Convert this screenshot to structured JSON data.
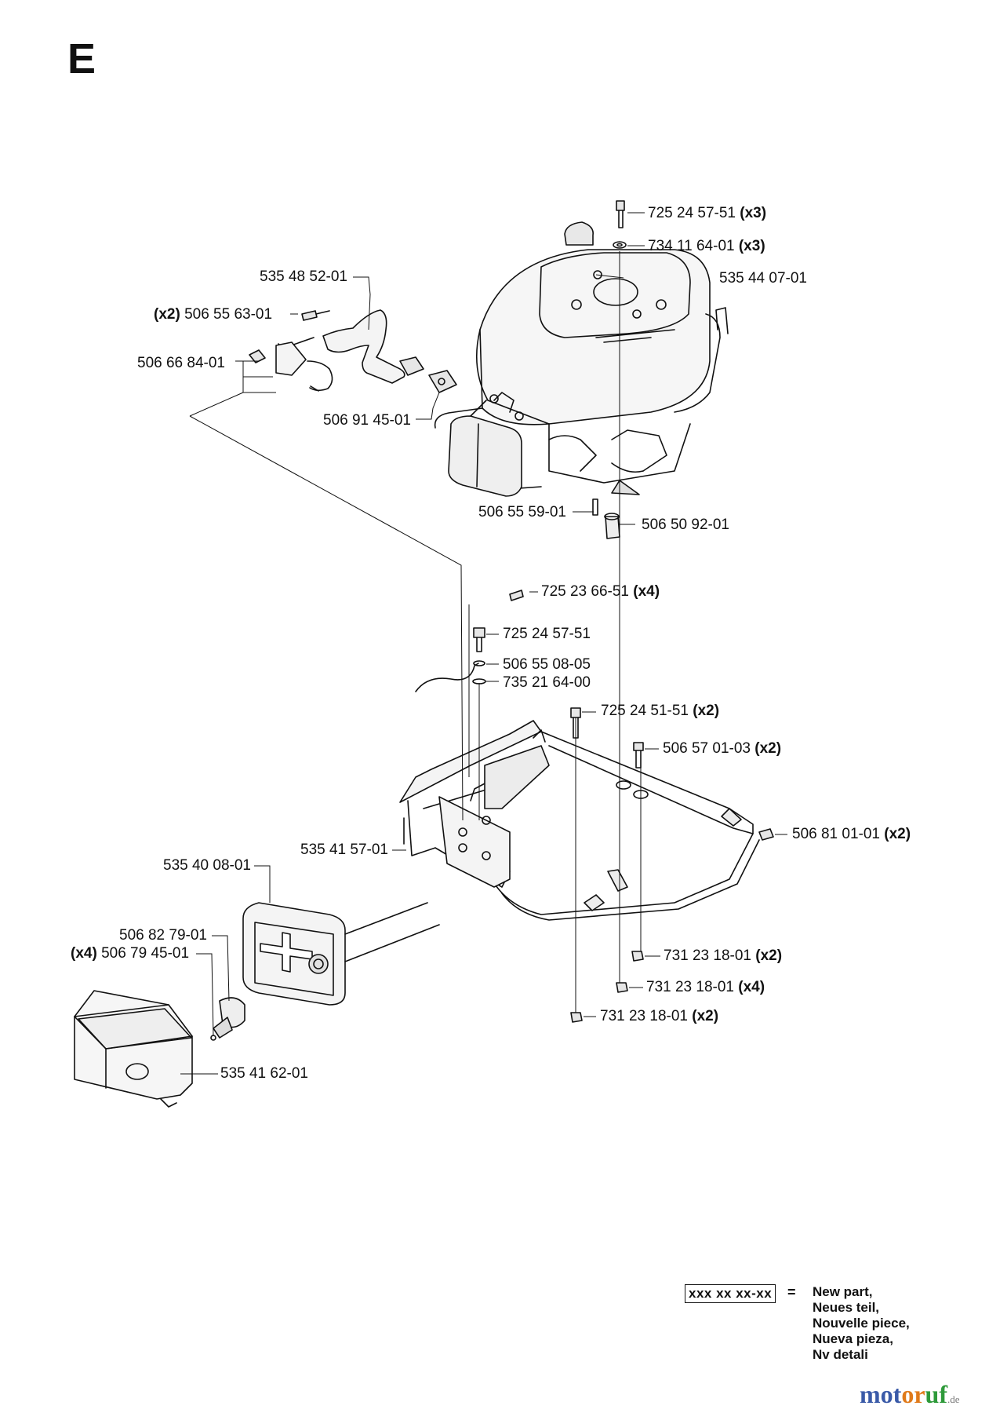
{
  "section_letter": "E",
  "callouts": [
    {
      "id": "c01",
      "qty_prefix": "",
      "part": "725 24 57-51",
      "qty_suffix": "(x3)"
    },
    {
      "id": "c02",
      "qty_prefix": "",
      "part": "734 11 64-01",
      "qty_suffix": "(x3)"
    },
    {
      "id": "c03",
      "qty_prefix": "",
      "part": "535 44 07-01",
      "qty_suffix": ""
    },
    {
      "id": "c04",
      "qty_prefix": "",
      "part": "535 48 52-01",
      "qty_suffix": ""
    },
    {
      "id": "c05",
      "qty_prefix": "(x2)",
      "part": "506 55 63-01",
      "qty_suffix": ""
    },
    {
      "id": "c06",
      "qty_prefix": "",
      "part": "506 66 84-01",
      "qty_suffix": ""
    },
    {
      "id": "c07",
      "qty_prefix": "",
      "part": "506 91 45-01",
      "qty_suffix": ""
    },
    {
      "id": "c08",
      "qty_prefix": "",
      "part": "506 55 59-01",
      "qty_suffix": ""
    },
    {
      "id": "c09",
      "qty_prefix": "",
      "part": "506 50 92-01",
      "qty_suffix": ""
    },
    {
      "id": "c10",
      "qty_prefix": "",
      "part": "725 23 66-51",
      "qty_suffix": "(x4)"
    },
    {
      "id": "c11",
      "qty_prefix": "",
      "part": "725 24 57-51",
      "qty_suffix": ""
    },
    {
      "id": "c12",
      "qty_prefix": "",
      "part": "506 55 08-05",
      "qty_suffix": ""
    },
    {
      "id": "c13",
      "qty_prefix": "",
      "part": "735 21 64-00",
      "qty_suffix": ""
    },
    {
      "id": "c14",
      "qty_prefix": "",
      "part": "725 24 51-51",
      "qty_suffix": "(x2)"
    },
    {
      "id": "c15",
      "qty_prefix": "",
      "part": "506 57 01-03",
      "qty_suffix": "(x2)"
    },
    {
      "id": "c16",
      "qty_prefix": "",
      "part": "506 81 01-01",
      "qty_suffix": "(x2)"
    },
    {
      "id": "c17",
      "qty_prefix": "",
      "part": "535 41 57-01",
      "qty_suffix": ""
    },
    {
      "id": "c18",
      "qty_prefix": "",
      "part": "535 40 08-01",
      "qty_suffix": ""
    },
    {
      "id": "c19",
      "qty_prefix": "",
      "part": "506 82 79-01",
      "qty_suffix": ""
    },
    {
      "id": "c20",
      "qty_prefix": "(x4)",
      "part": "506 79 45-01",
      "qty_suffix": ""
    },
    {
      "id": "c21",
      "qty_prefix": "",
      "part": "731 23 18-01",
      "qty_suffix": "(x2)"
    },
    {
      "id": "c22",
      "qty_prefix": "",
      "part": "731 23 18-01",
      "qty_suffix": "(x4)"
    },
    {
      "id": "c23",
      "qty_prefix": "",
      "part": "731 23 18-01",
      "qty_suffix": "(x2)"
    },
    {
      "id": "c24",
      "qty_prefix": "",
      "part": "535 41 62-01",
      "qty_suffix": ""
    }
  ],
  "legend": {
    "code": "xxx xx xx-xx",
    "equals": "=",
    "lines": [
      "New part,",
      "Neues teil,",
      "Nouvelle piece,",
      "Nueva pieza,",
      "Nv detali"
    ]
  },
  "watermark": {
    "part_a": "mot",
    "part_b": "or",
    "part_c": "uf",
    "tld": ".de"
  }
}
